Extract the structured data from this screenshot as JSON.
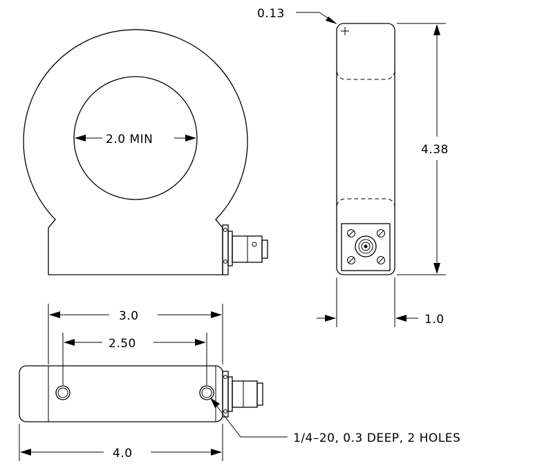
{
  "dimensions": {
    "inner_diameter": "2.0 MIN",
    "corner_radius": "0.13",
    "height": "4.38",
    "thickness": "1.0",
    "base_width": "3.0",
    "hole_spacing": "2.50",
    "overall_length": "4.0",
    "hole_note": "1/4–20, 0.3 DEEP, 2 HOLES"
  },
  "colors": {
    "line": "#000000",
    "background": "#ffffff"
  }
}
